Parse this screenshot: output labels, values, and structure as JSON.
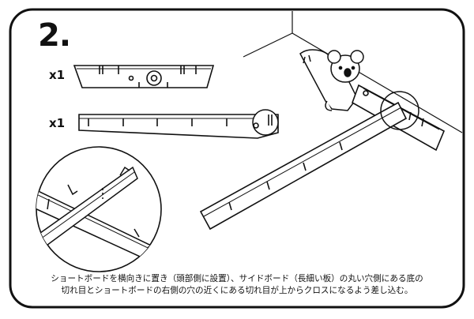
{
  "step": {
    "number": "2."
  },
  "parts": {
    "short_board_qty": "x1",
    "long_board_qty": "x1"
  },
  "instructions": {
    "line1": "ショートボードを横向きに置き（頭部側に設置）、サイドボード（長細い板）の丸い穴側にある底の",
    "line2": "切れ目とショートボードの右側の穴の近くにある切れ目が上からクロスになるよう差し込む。"
  },
  "illustration": {
    "character_icon": "koala-icon",
    "detail_view_icon": "magnified-joint-icon"
  },
  "colors": {
    "line": "#111111",
    "background": "#ffffff"
  }
}
